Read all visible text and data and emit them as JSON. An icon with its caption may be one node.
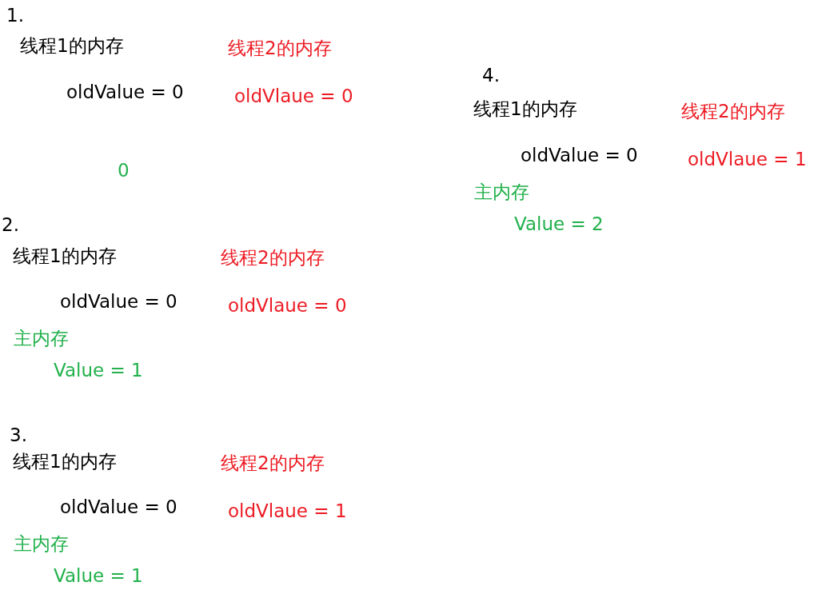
{
  "diagram": {
    "labels": [
      "1.",
      "线程1的内存",
      "线程2的内存",
      "oldValue = 0",
      "oldVlaue = 0",
      "0",
      "2.",
      "线程1的内存",
      "线程2的内存",
      "oldValue = 0",
      "oldVlaue = 0",
      "主内存",
      "Value = 1",
      "3.",
      "线程1的内存",
      "线程2的内存",
      "oldValue = 0",
      "oldVlaue = 1",
      "主内存",
      "Value = 1",
      "4.",
      "线程1的内存",
      "线程2的内存",
      "oldValue = 0",
      "oldVlaue = 1",
      "主内存",
      "Value = 2"
    ]
  }
}
